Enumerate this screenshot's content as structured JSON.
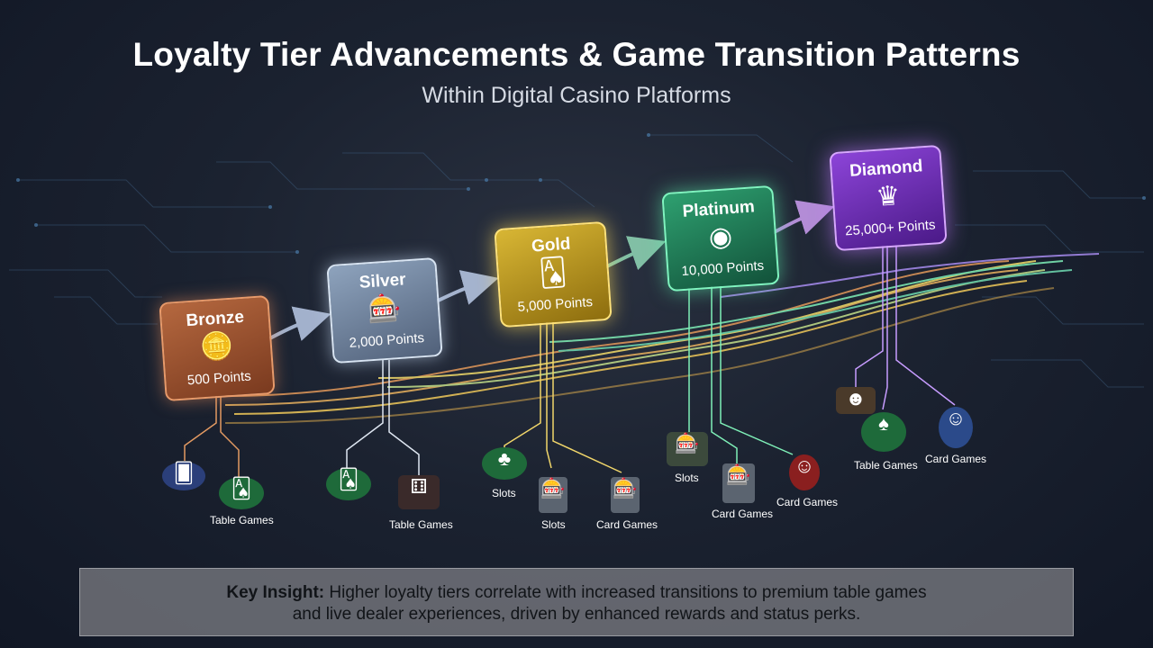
{
  "title": "Loyalty Tier Advancements & Game Transition Patterns",
  "subtitle": "Within Digital Casino Platforms",
  "tiers": [
    {
      "name": "Bronze",
      "points": "500 Points",
      "icon": "chip-stack-icon",
      "color": "#b5683f"
    },
    {
      "name": "Silver",
      "points": "2,000 Points",
      "icon": "slot-reels-icon",
      "color": "#8ea3bd"
    },
    {
      "name": "Gold",
      "points": "5,000 Points",
      "icon": "playing-cards-icon",
      "color": "#d8b634"
    },
    {
      "name": "Platinum",
      "points": "10,000 Points",
      "icon": "roulette-icon",
      "color": "#2ea070"
    },
    {
      "name": "Diamond",
      "points": "25,000+ Points",
      "icon": "crown-icon",
      "color": "#8c44d8"
    }
  ],
  "games": {
    "bronze": [
      "Table Games"
    ],
    "silver": [
      "Table Games"
    ],
    "gold": [
      "Slots",
      "Slots",
      "Card Games"
    ],
    "platinum": [
      "Slots",
      "Card Games",
      "Card Games"
    ],
    "diamond": [
      "Table Games",
      "Card Games"
    ]
  },
  "insight": {
    "label": "Key Insight:",
    "line1": "Higher loyalty tiers correlate with increased transitions to premium table games",
    "line2": "and live dealer experiences, driven by enhanced rewards and status perks."
  }
}
